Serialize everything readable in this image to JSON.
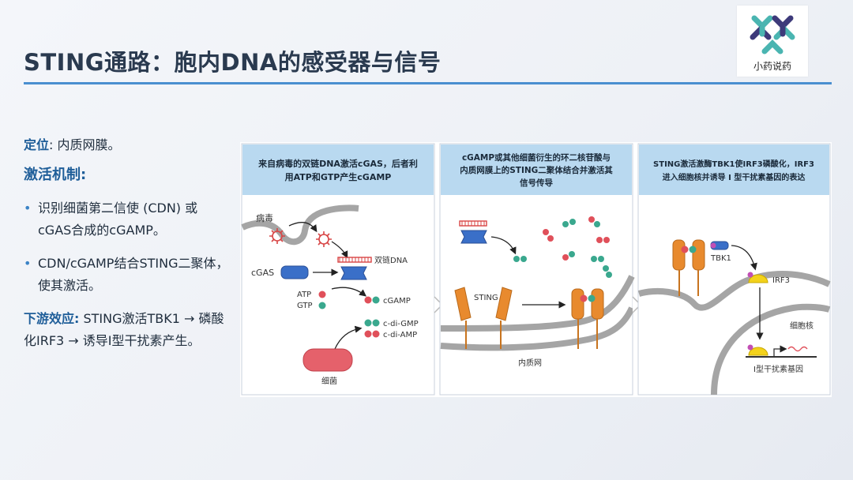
{
  "slide": {
    "title": "STING通路：胞内DNA的感受器与信号",
    "logo_text": "小药说药"
  },
  "left": {
    "location_label": "定位",
    "location_text": ": 内质网膜。",
    "activation_heading": "激活机制:",
    "bullets": [
      "识别细菌第二信使 (CDN) 或cGAS合成的cGAMP。",
      "CDN/cGAMP结合STING二聚体，使其激活。"
    ],
    "downstream_label": "下游效应:",
    "downstream_text": " STING激活TBK1 → 磷酸化IRF3 → 诱导I型干扰素产生。"
  },
  "diagram": {
    "panels": [
      {
        "header_line1": "来自病毒的双链DNA激活cGAS，后者利",
        "header_line2": "用ATP和GTP产生cGAMP",
        "labels": {
          "virus": "病毒",
          "dsdna": "双链DNA",
          "cgas": "cGAS",
          "atp": "ATP",
          "gtp": "GTP",
          "cgamp": "cGAMP",
          "cdigmp": "c-di-GMP",
          "cdiamp": "c-di-AMP",
          "bacteria": "细菌"
        }
      },
      {
        "header_line1": "cGAMP或其他细菌衍生的环二核苷酸与",
        "header_line2": "内质网膜上的STING二聚体结合并激活其",
        "header_line3": "信号传导",
        "labels": {
          "sting": "STING",
          "er": "内质网"
        }
      },
      {
        "header_line1": "STING激活激酶TBK1使IRF3磷酸化，IRF3",
        "header_line2": "进入细胞核并诱导 I 型干扰素基因的表达",
        "labels": {
          "tbk1": "TBK1",
          "irf3": "IRF3",
          "nucleus": "细胞核",
          "ifn_gene": "I型干扰素基因"
        }
      }
    ]
  },
  "colors": {
    "accent": "#4a8fd0",
    "heading": "#1f5e99",
    "panel_header": "#b9d9f0",
    "sting": "#e88a2e",
    "cgas_blue": "#3a6fc8",
    "bacteria": "#e5616b",
    "ligand_red": "#e0505a",
    "ligand_teal": "#3aa88e",
    "irf3_yellow": "#f3d21b"
  }
}
